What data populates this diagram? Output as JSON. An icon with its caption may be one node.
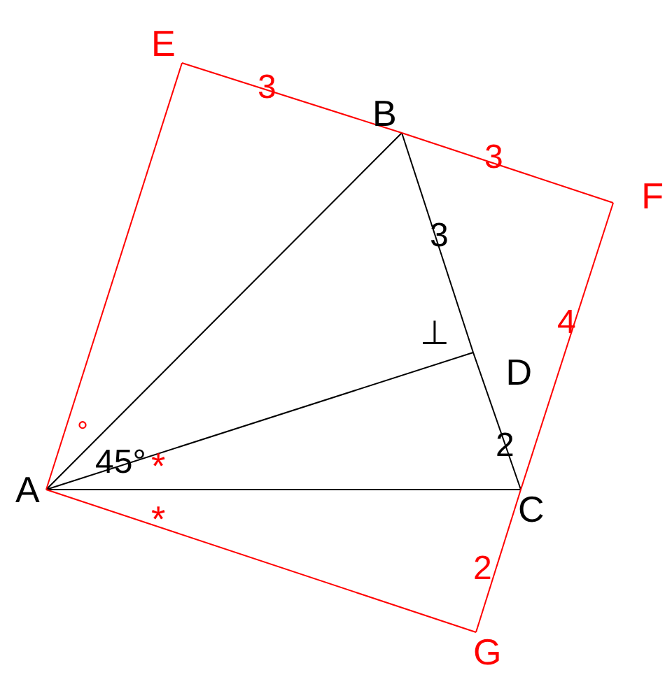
{
  "diagram": {
    "nodes": [
      {
        "text": [
          "A"
        ]
      },
      {
        "text": [
          "B"
        ]
      },
      {
        "text": [
          "C"
        ]
      },
      {
        "text": [
          "D"
        ]
      },
      {
        "text": [
          "E"
        ]
      },
      {
        "text": [
          "F"
        ]
      },
      {
        "text": [
          "G"
        ]
      }
    ],
    "edges": [
      {
        "from": 0,
        "to": 1,
        "arrow": "none",
        "color": "#000000"
      },
      {
        "from": 0,
        "to": 3,
        "arrow": "none",
        "color": "#000000"
      },
      {
        "from": 0,
        "to": 2,
        "arrow": "none",
        "color": "#000000"
      },
      {
        "from": 1,
        "to": 3,
        "arrow": "none",
        "label": "3",
        "color": "#000000"
      },
      {
        "from": 3,
        "to": 2,
        "arrow": "none",
        "label": "2",
        "color": "#000000"
      },
      {
        "from": 0,
        "to": 4,
        "arrow": "none",
        "color": "#ff0000"
      },
      {
        "from": 4,
        "to": 1,
        "arrow": "none",
        "label": "3",
        "color": "#ff0000"
      },
      {
        "from": 1,
        "to": 5,
        "arrow": "none",
        "label": "3",
        "color": "#ff0000"
      },
      {
        "from": 5,
        "to": 2,
        "arrow": "none",
        "label": "4",
        "color": "#ff0000"
      },
      {
        "from": 2,
        "to": 6,
        "arrow": "none",
        "label": "2",
        "color": "#ff0000"
      },
      {
        "from": 6,
        "to": 0,
        "arrow": "none",
        "color": "#ff0000"
      }
    ],
    "labels": [
      "⊥",
      "°",
      "45°",
      "*",
      "*"
    ]
  }
}
